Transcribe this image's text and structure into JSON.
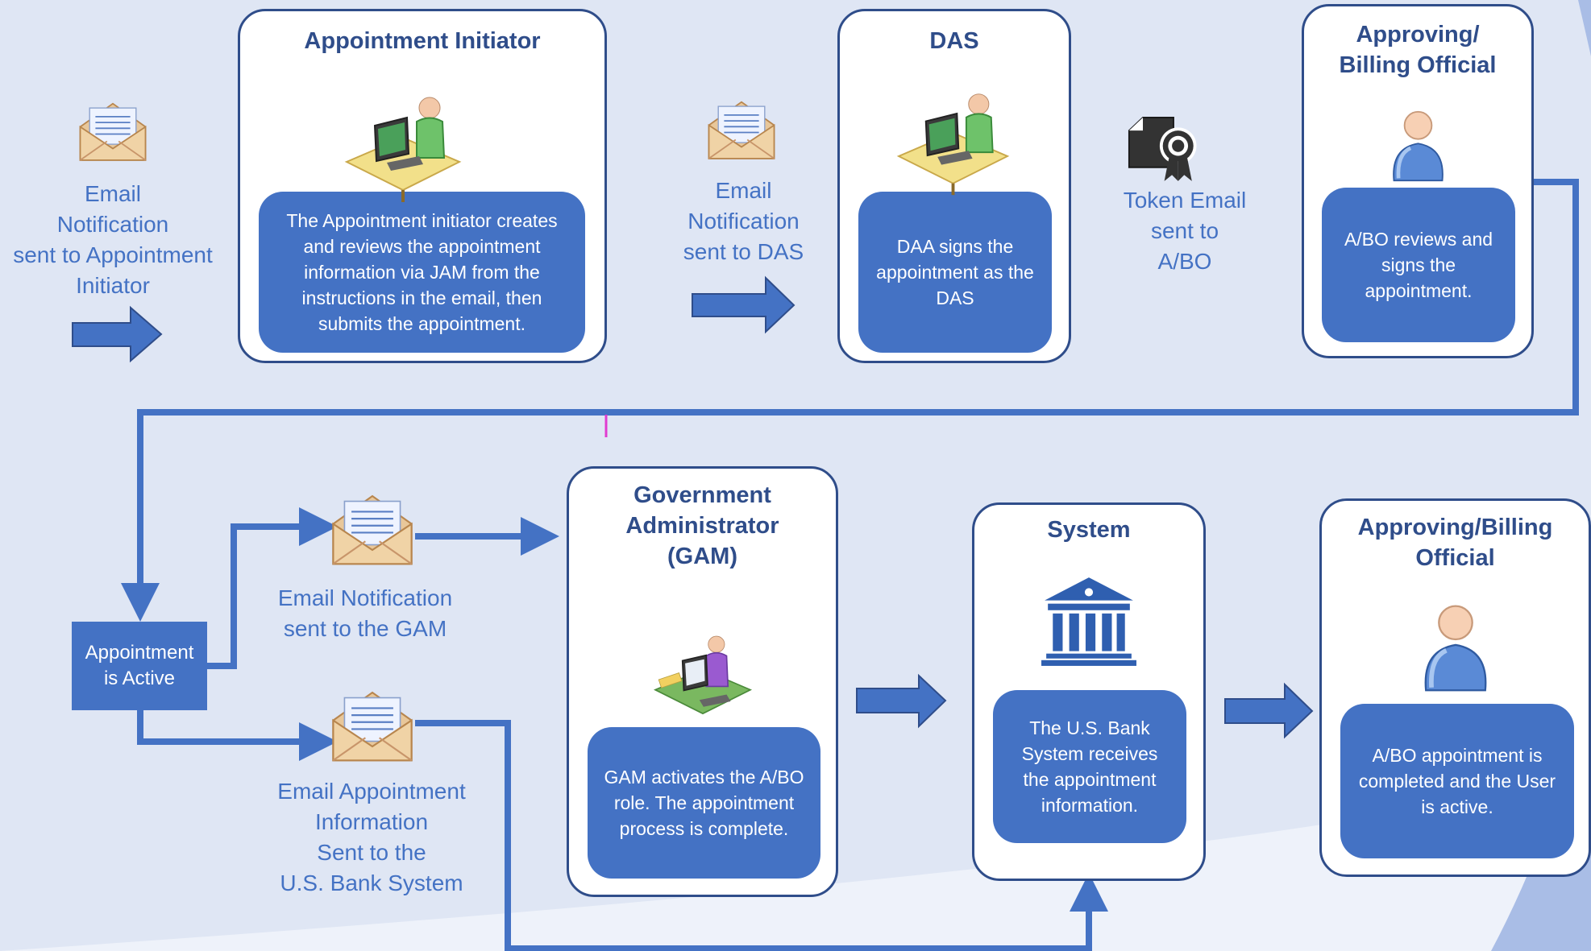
{
  "cards": {
    "initiator": {
      "title": "Appointment Initiator",
      "desc": "The Appointment initiator creates and reviews the appointment information via JAM from the instructions in the email, then submits the appointment."
    },
    "das": {
      "title": "DAS",
      "desc": "DAA signs the appointment as the DAS"
    },
    "abo_top": {
      "title": "Approving/\nBilling Official",
      "desc": "A/BO reviews and signs the appointment."
    },
    "gam": {
      "title": "Government Administrator (GAM)",
      "desc": "GAM activates the A/BO role.  The appointment process is complete."
    },
    "system": {
      "title": "System",
      "desc": "The U.S. Bank System receives the appointment information."
    },
    "abo_bottom": {
      "title": "Approving/Billing Official",
      "desc": "A/BO appointment is completed and the User is active."
    }
  },
  "labels": {
    "email_initiator": "Email\nNotification\nsent to Appointment\nInitiator",
    "email_das": "Email\nNotification\nsent to DAS",
    "token_email": "Token Email\nsent to\nA/BO",
    "email_gam": "Email Notification\nsent to the GAM",
    "email_bank": "Email Appointment\nInformation\nSent to the\nU.S. Bank System",
    "appointment_active": "Appointment\nis Active"
  },
  "colors": {
    "accent": "#4472c4",
    "border": "#2f4d8a",
    "background": "#dfe6f4"
  },
  "icons": [
    "envelope-icon",
    "desk-user-icon",
    "certificate-icon",
    "user-icon",
    "bank-icon"
  ]
}
